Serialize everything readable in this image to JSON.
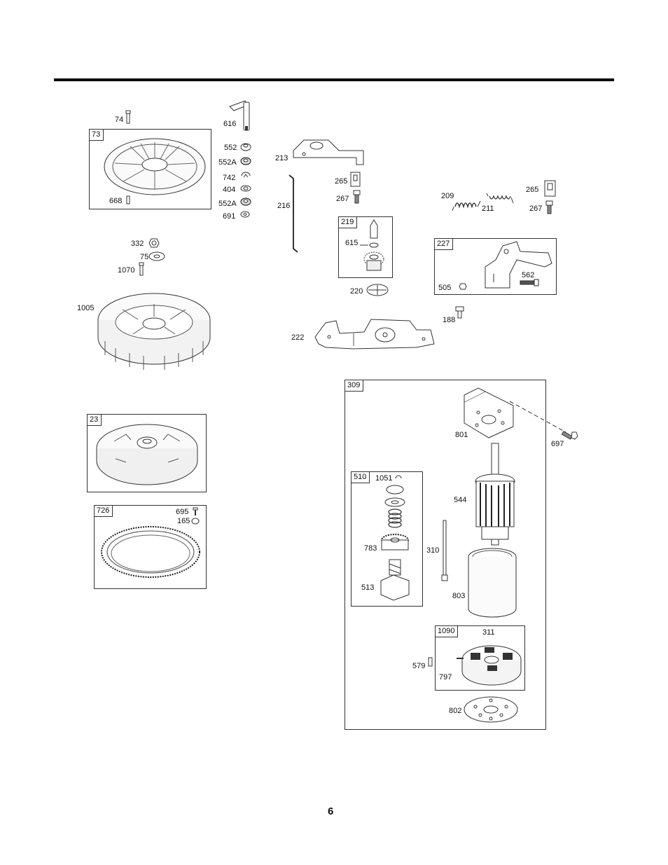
{
  "page_number": "6",
  "boxes": {
    "b73": "73",
    "b219": "219",
    "b227": "227",
    "b23": "23",
    "b726": "726",
    "b309": "309",
    "b510": "510",
    "b1090": "1090"
  },
  "labels": {
    "l74": "74",
    "l616": "616",
    "l552": "552",
    "l552a1": "552A",
    "l742": "742",
    "l404": "404",
    "l552a2": "552A",
    "l691": "691",
    "l668": "668",
    "l332": "332",
    "l75": "75",
    "l1070": "1070",
    "l1005": "1005",
    "l213": "213",
    "l216": "216",
    "l265a": "265",
    "l267a": "267",
    "l615": "615",
    "l220": "220",
    "l209": "209",
    "l211": "211",
    "l265b": "265",
    "l267b": "267",
    "l562": "562",
    "l505": "505",
    "l188": "188",
    "l222": "222",
    "l695": "695",
    "l165": "165",
    "l801": "801",
    "l697": "697",
    "l544": "544",
    "l1051": "1051",
    "l783": "783",
    "l513": "513",
    "l310": "310",
    "l803": "803",
    "l311": "311",
    "l579": "579",
    "l797": "797",
    "l802": "802"
  }
}
